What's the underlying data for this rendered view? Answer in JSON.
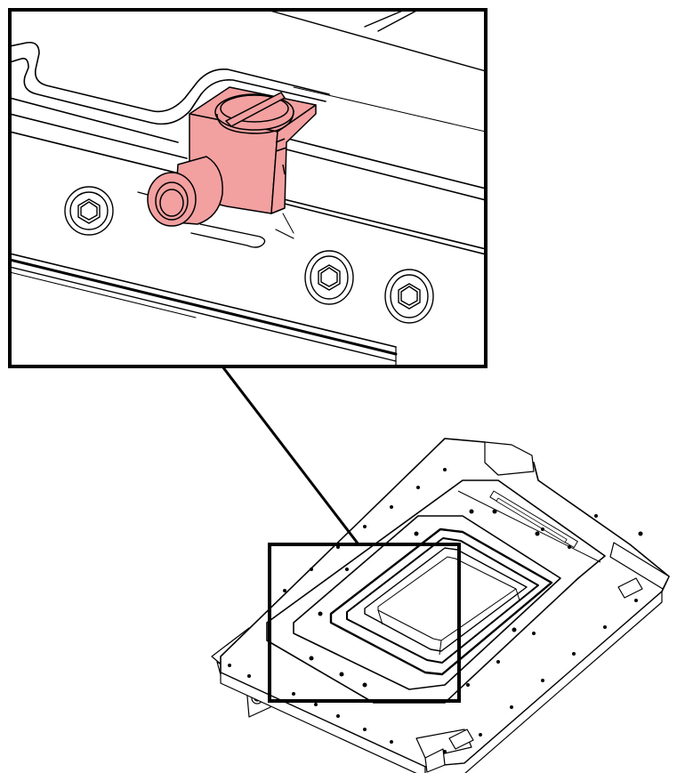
{
  "figure": {
    "highlight_color": "#f2a0a0",
    "line_color": "#000000",
    "background": "#ffffff",
    "parts": {
      "detail_view": "magnified-detail-inset",
      "highlighted_component": "locking-screw-block",
      "overview": "stage-assembly-overview",
      "callout": "callout-leader-line",
      "detail_region": "detail-region-frame"
    }
  }
}
